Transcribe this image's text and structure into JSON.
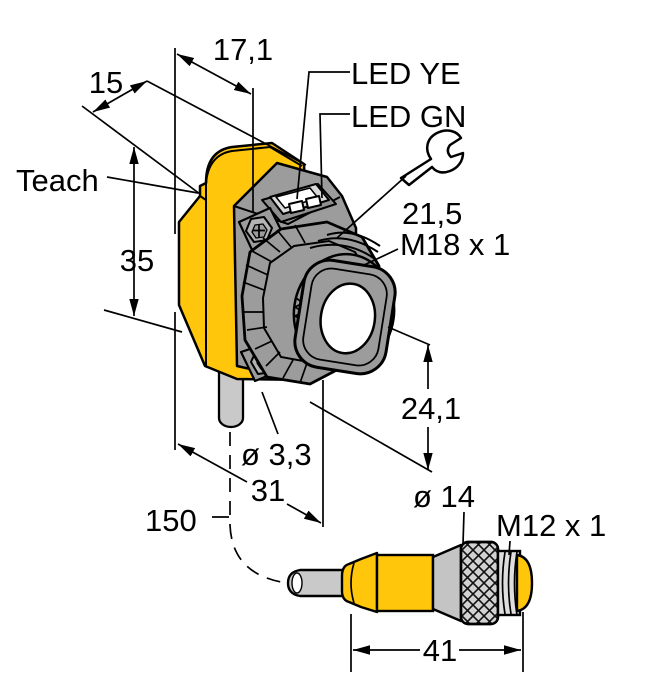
{
  "drawing": {
    "type": "technical-dimension-drawing",
    "subject": "photoelectric sensor with teach button and M12 connector cable"
  },
  "labels": {
    "teach": "Teach",
    "led_ye": "LED YE",
    "led_gn": "LED GN",
    "m18": "M18 x 1",
    "m12": "M12 x 1",
    "dia_3_3": "ø 3,3",
    "dia_14": "ø 14",
    "dim_17_1": "17,1",
    "dim_15": "15",
    "dim_35": "35",
    "dim_21_5": "21,5",
    "dim_24_1": "24,1",
    "dim_31": "31",
    "dim_150": "150",
    "dim_41": "41"
  },
  "icons": {
    "wrench": "open-end-wrench-icon"
  },
  "colors": {
    "yellow": "#ffc60b",
    "body_gray": "#9c9c9c",
    "light_gray": "#c9c9c9",
    "plate_gray": "#d9d9d9",
    "knurl_gray": "#d2d2d2",
    "line": "#000000",
    "bg": "#ffffff"
  }
}
